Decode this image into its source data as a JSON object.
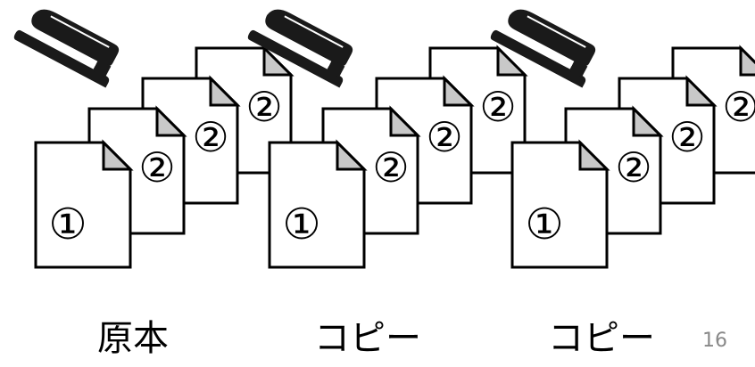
{
  "sets": [
    {
      "label": "原本",
      "sheets": [
        "①",
        "②",
        "②",
        "②"
      ]
    },
    {
      "label": "コピー",
      "sheets": [
        "①",
        "②",
        "②",
        "②"
      ]
    },
    {
      "label": "コピー",
      "sheets": [
        "①",
        "②",
        "②",
        "②"
      ]
    }
  ],
  "slide_number": "16",
  "icons": {
    "stapler": "stapler-icon",
    "document": "document-page-icon"
  },
  "colors": {
    "stroke": "#000000",
    "page_fill": "#ffffff",
    "fold_fill": "#c8c8c8",
    "stapler": "#1a1a1a"
  }
}
